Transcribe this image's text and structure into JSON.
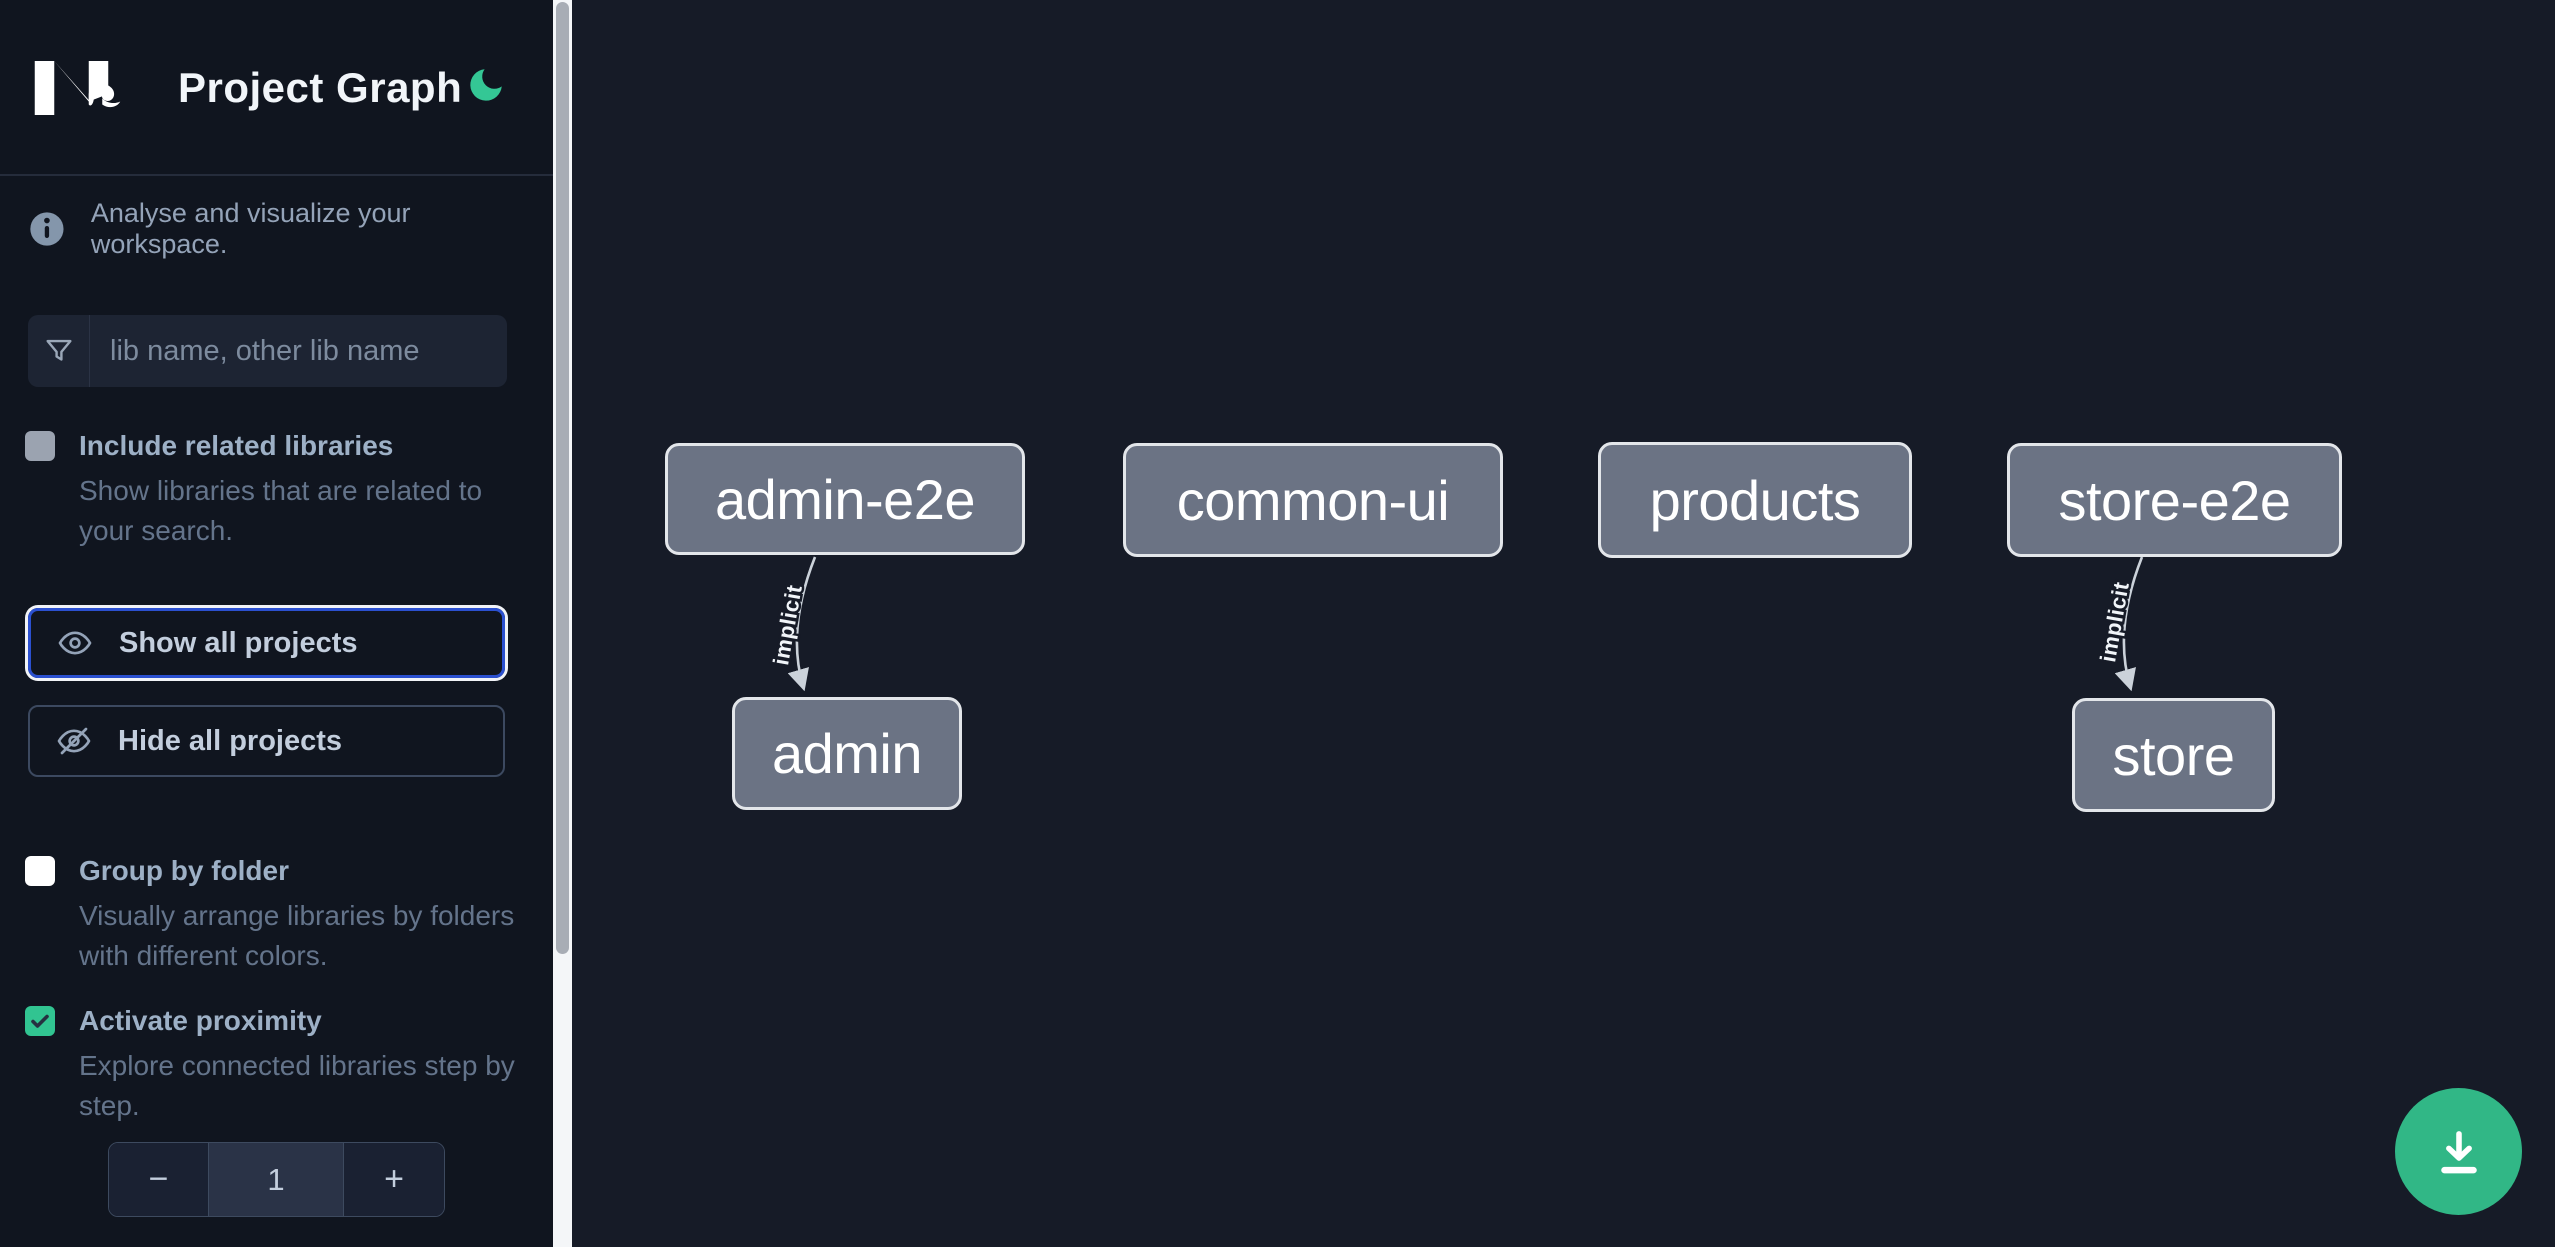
{
  "header": {
    "title": "Project Graph",
    "logo": "nx-logo",
    "theme_icon": "moon-icon"
  },
  "sidebar": {
    "info_text": "Analyse and visualize your workspace.",
    "search": {
      "placeholder": "lib name, other lib name",
      "value": ""
    },
    "include_related": {
      "label": "Include related libraries",
      "description": "Show libraries that are related to your search.",
      "checked": false
    },
    "show_all_label": "Show all projects",
    "hide_all_label": "Hide all projects",
    "group_by_folder": {
      "label": "Group by folder",
      "description": "Visually arrange libraries by folders with different colors.",
      "checked": false
    },
    "proximity": {
      "label": "Activate proximity",
      "description": "Explore connected libraries step by step.",
      "checked": true,
      "depth_value": "1",
      "decrement_label": "−",
      "increment_label": "+"
    }
  },
  "graph": {
    "nodes": [
      {
        "label": "admin-e2e"
      },
      {
        "label": "common-ui"
      },
      {
        "label": "products"
      },
      {
        "label": "store-e2e"
      },
      {
        "label": "admin"
      },
      {
        "label": "store"
      }
    ],
    "edges": [
      {
        "from": "admin-e2e",
        "to": "admin",
        "label": "implicit"
      },
      {
        "from": "store-e2e",
        "to": "store",
        "label": "implicit"
      }
    ]
  },
  "colors": {
    "accent_green": "#34c795",
    "fab_green": "#31b786",
    "focus_blue": "#2b50d0",
    "node_fill": "#6b7384",
    "node_border": "#e3e6ea",
    "edge_color": "#cbd2da",
    "sidebar_bg": "#10151f",
    "canvas_bg": "#161b27"
  }
}
